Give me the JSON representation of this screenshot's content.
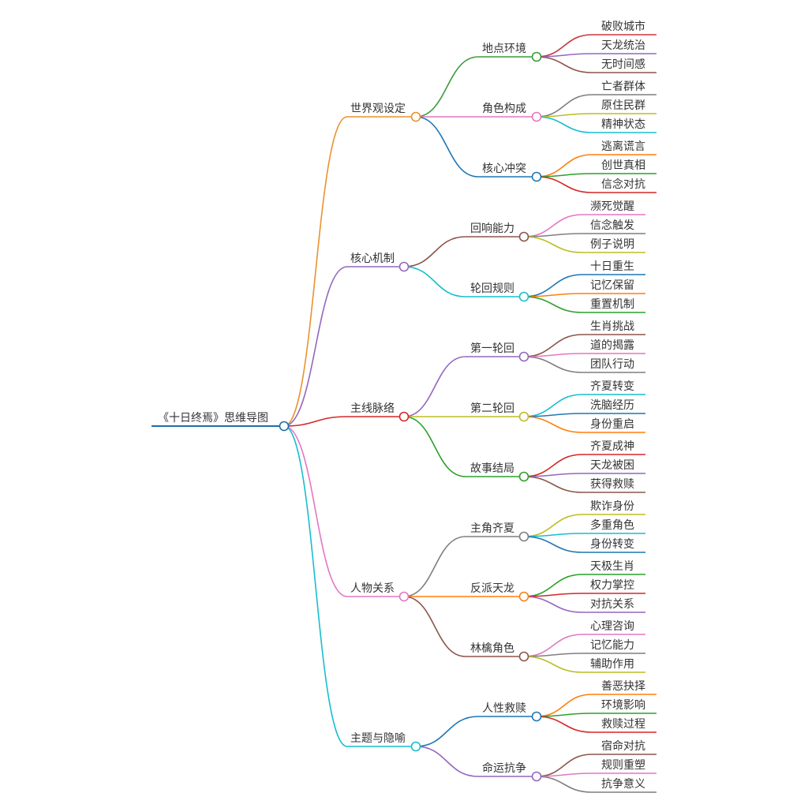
{
  "root": {
    "label": "《十日终焉》思维导图",
    "color": "#1f6fa8",
    "children": [
      {
        "label": "世界观设定",
        "color": "#e8922e",
        "children": [
          {
            "label": "地点环境",
            "color": "#3a9b3a",
            "leaves": [
              {
                "label": "破败城市",
                "color": "#c8373d"
              },
              {
                "label": "天龙统治",
                "color": "#9567bd"
              },
              {
                "label": "无时间感",
                "color": "#8c564b"
              }
            ]
          },
          {
            "label": "角色构成",
            "color": "#e377c2",
            "leaves": [
              {
                "label": "亡者群体",
                "color": "#7f7f7f"
              },
              {
                "label": "原住民群",
                "color": "#bcbd22"
              },
              {
                "label": "精神状态",
                "color": "#17becf"
              }
            ]
          },
          {
            "label": "核心冲突",
            "color": "#1f77b4",
            "leaves": [
              {
                "label": "逃离谎言",
                "color": "#ff7f0e"
              },
              {
                "label": "创世真相",
                "color": "#2ca02c"
              },
              {
                "label": "信念对抗",
                "color": "#d62728"
              }
            ]
          }
        ]
      },
      {
        "label": "核心机制",
        "color": "#9467bd",
        "children": [
          {
            "label": "回响能力",
            "color": "#8c564b",
            "leaves": [
              {
                "label": "濒死觉醒",
                "color": "#e377c2"
              },
              {
                "label": "信念触发",
                "color": "#7f7f7f"
              },
              {
                "label": "例子说明",
                "color": "#bcbd22"
              }
            ]
          },
          {
            "label": "轮回规则",
            "color": "#17becf",
            "leaves": [
              {
                "label": "十日重生",
                "color": "#1f77b4"
              },
              {
                "label": "记忆保留",
                "color": "#ff7f0e"
              },
              {
                "label": "重置机制",
                "color": "#2ca02c"
              }
            ]
          }
        ]
      },
      {
        "label": "主线脉络",
        "color": "#d62728",
        "children": [
          {
            "label": "第一轮回",
            "color": "#9467bd",
            "leaves": [
              {
                "label": "生肖挑战",
                "color": "#8c564b"
              },
              {
                "label": "道的揭露",
                "color": "#e377c2"
              },
              {
                "label": "团队行动",
                "color": "#7f7f7f"
              }
            ]
          },
          {
            "label": "第二轮回",
            "color": "#bcbd22",
            "leaves": [
              {
                "label": "齐夏转变",
                "color": "#17becf"
              },
              {
                "label": "洗脑经历",
                "color": "#1f77b4"
              },
              {
                "label": "身份重启",
                "color": "#ff7f0e"
              }
            ]
          },
          {
            "label": "故事结局",
            "color": "#2ca02c",
            "leaves": [
              {
                "label": "齐夏成神",
                "color": "#d62728"
              },
              {
                "label": "天龙被困",
                "color": "#9467bd"
              },
              {
                "label": "获得救赎",
                "color": "#8c564b"
              }
            ]
          }
        ]
      },
      {
        "label": "人物关系",
        "color": "#e377c2",
        "children": [
          {
            "label": "主角齐夏",
            "color": "#7f7f7f",
            "leaves": [
              {
                "label": "欺诈身份",
                "color": "#bcbd22"
              },
              {
                "label": "多重角色",
                "color": "#17becf"
              },
              {
                "label": "身份转变",
                "color": "#1f77b4"
              }
            ]
          },
          {
            "label": "反派天龙",
            "color": "#ff7f0e",
            "leaves": [
              {
                "label": "天极生肖",
                "color": "#2ca02c"
              },
              {
                "label": "权力掌控",
                "color": "#d62728"
              },
              {
                "label": "对抗关系",
                "color": "#9467bd"
              }
            ]
          },
          {
            "label": "林檎角色",
            "color": "#8c564b",
            "leaves": [
              {
                "label": "心理咨询",
                "color": "#e377c2"
              },
              {
                "label": "记忆能力",
                "color": "#7f7f7f"
              },
              {
                "label": "辅助作用",
                "color": "#bcbd22"
              }
            ]
          }
        ]
      },
      {
        "label": "主题与隐喻",
        "color": "#17becf",
        "children": [
          {
            "label": "人性救赎",
            "color": "#1f77b4",
            "leaves": [
              {
                "label": "善恶抉择",
                "color": "#ff7f0e"
              },
              {
                "label": "环境影响",
                "color": "#2ca02c"
              },
              {
                "label": "救赎过程",
                "color": "#d62728"
              }
            ]
          },
          {
            "label": "命运抗争",
            "color": "#9467bd",
            "leaves": [
              {
                "label": "宿命对抗",
                "color": "#8c564b"
              },
              {
                "label": "规则重塑",
                "color": "#e377c2"
              },
              {
                "label": "抗争意义",
                "color": "#7f7f7f"
              }
            ]
          }
        ]
      }
    ]
  }
}
